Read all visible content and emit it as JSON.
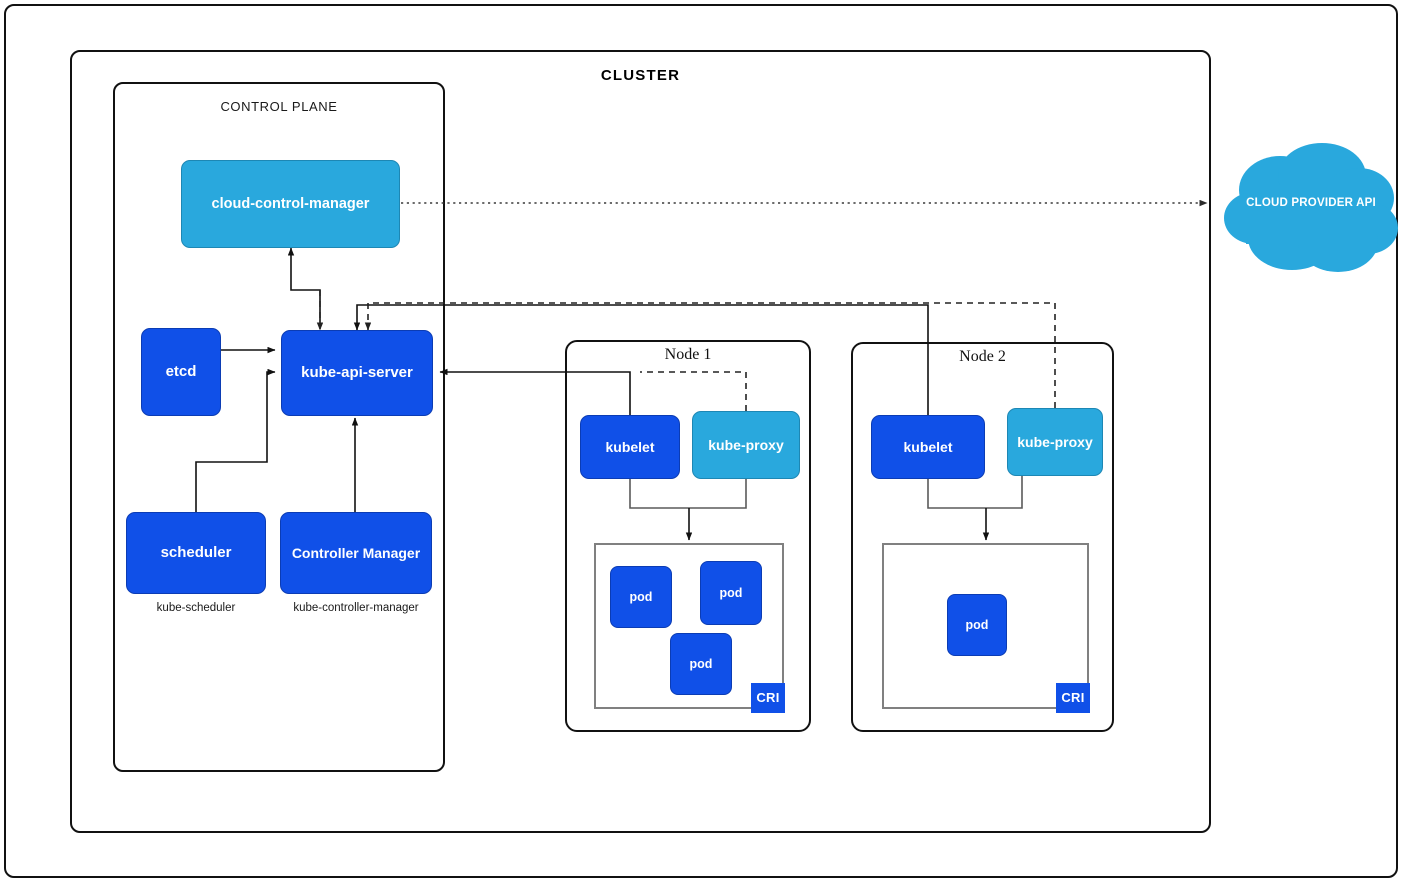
{
  "diagram": {
    "type": "kubernetes-architecture",
    "background": "#ffffff",
    "colors": {
      "dark_blue": "#1050e8",
      "light_blue": "#29a8dd",
      "cloud_blue": "#29a8dd",
      "border_black": "#111111",
      "border_gray": "#808080",
      "text_white": "#ffffff",
      "text_black": "#000000"
    }
  },
  "cluster": {
    "title": "CLUSTER"
  },
  "control_plane": {
    "title": "CONTROL PLANE",
    "components": {
      "cloud_control_manager": {
        "label": "cloud-control-manager",
        "style": "light"
      },
      "etcd": {
        "label": "etcd",
        "style": "dark"
      },
      "kube_api_server": {
        "label": "kube-api-server",
        "style": "dark"
      },
      "scheduler": {
        "label": "scheduler",
        "style": "dark",
        "caption": "kube-scheduler"
      },
      "controller_manager": {
        "label": "Controller Manager",
        "style": "dark",
        "caption": "kube-controller-manager"
      }
    }
  },
  "nodes": [
    {
      "title": "Node 1",
      "kubelet": {
        "label": "kubelet",
        "style": "dark"
      },
      "kube_proxy": {
        "label": "kube-proxy",
        "style": "light"
      },
      "runtime": {
        "badge": "CRI"
      },
      "pods": [
        {
          "label": "pod"
        },
        {
          "label": "pod"
        },
        {
          "label": "pod"
        }
      ]
    },
    {
      "title": "Node 2",
      "kubelet": {
        "label": "kubelet",
        "style": "dark"
      },
      "kube_proxy": {
        "label": "kube-proxy",
        "style": "light"
      },
      "runtime": {
        "badge": "CRI"
      },
      "pods": [
        {
          "label": "pod"
        }
      ]
    }
  ],
  "external": {
    "cloud_provider_api": {
      "label": "CLOUD PROVIDER API",
      "shape": "cloud",
      "color": "#29a8dd"
    }
  },
  "connections": [
    {
      "from": "cloud-control-manager",
      "to": "cloud-provider-api",
      "style": "dotted",
      "arrow": "to"
    },
    {
      "from": "kube-api-server",
      "to": "cloud-control-manager",
      "style": "solid",
      "arrow": "to"
    },
    {
      "from": "cloud-control-manager",
      "to": "kube-api-server",
      "style": "dashed",
      "arrow": "to"
    },
    {
      "from": "etcd",
      "to": "kube-api-server",
      "style": "solid",
      "arrow": "to"
    },
    {
      "from": "scheduler",
      "to": "kube-api-server",
      "style": "solid",
      "arrow": "to"
    },
    {
      "from": "controller-manager",
      "to": "kube-api-server",
      "style": "solid",
      "arrow": "to"
    },
    {
      "from": "node1-kubelet",
      "to": "kube-api-server",
      "style": "solid",
      "arrow": "to"
    },
    {
      "from": "node2-kubelet",
      "to": "kube-api-server",
      "style": "solid",
      "arrow": "to"
    },
    {
      "from": "node1-kube-proxy",
      "to": "kube-api-server",
      "style": "dashed",
      "arrow": "to"
    },
    {
      "from": "node2-kube-proxy",
      "to": "kube-api-server",
      "style": "dashed",
      "arrow": "to"
    },
    {
      "from": "node1-kubelet-proxy",
      "to": "node1-cri",
      "style": "solid",
      "arrow": "to"
    },
    {
      "from": "node2-kubelet-proxy",
      "to": "node2-cri",
      "style": "solid",
      "arrow": "to"
    }
  ]
}
